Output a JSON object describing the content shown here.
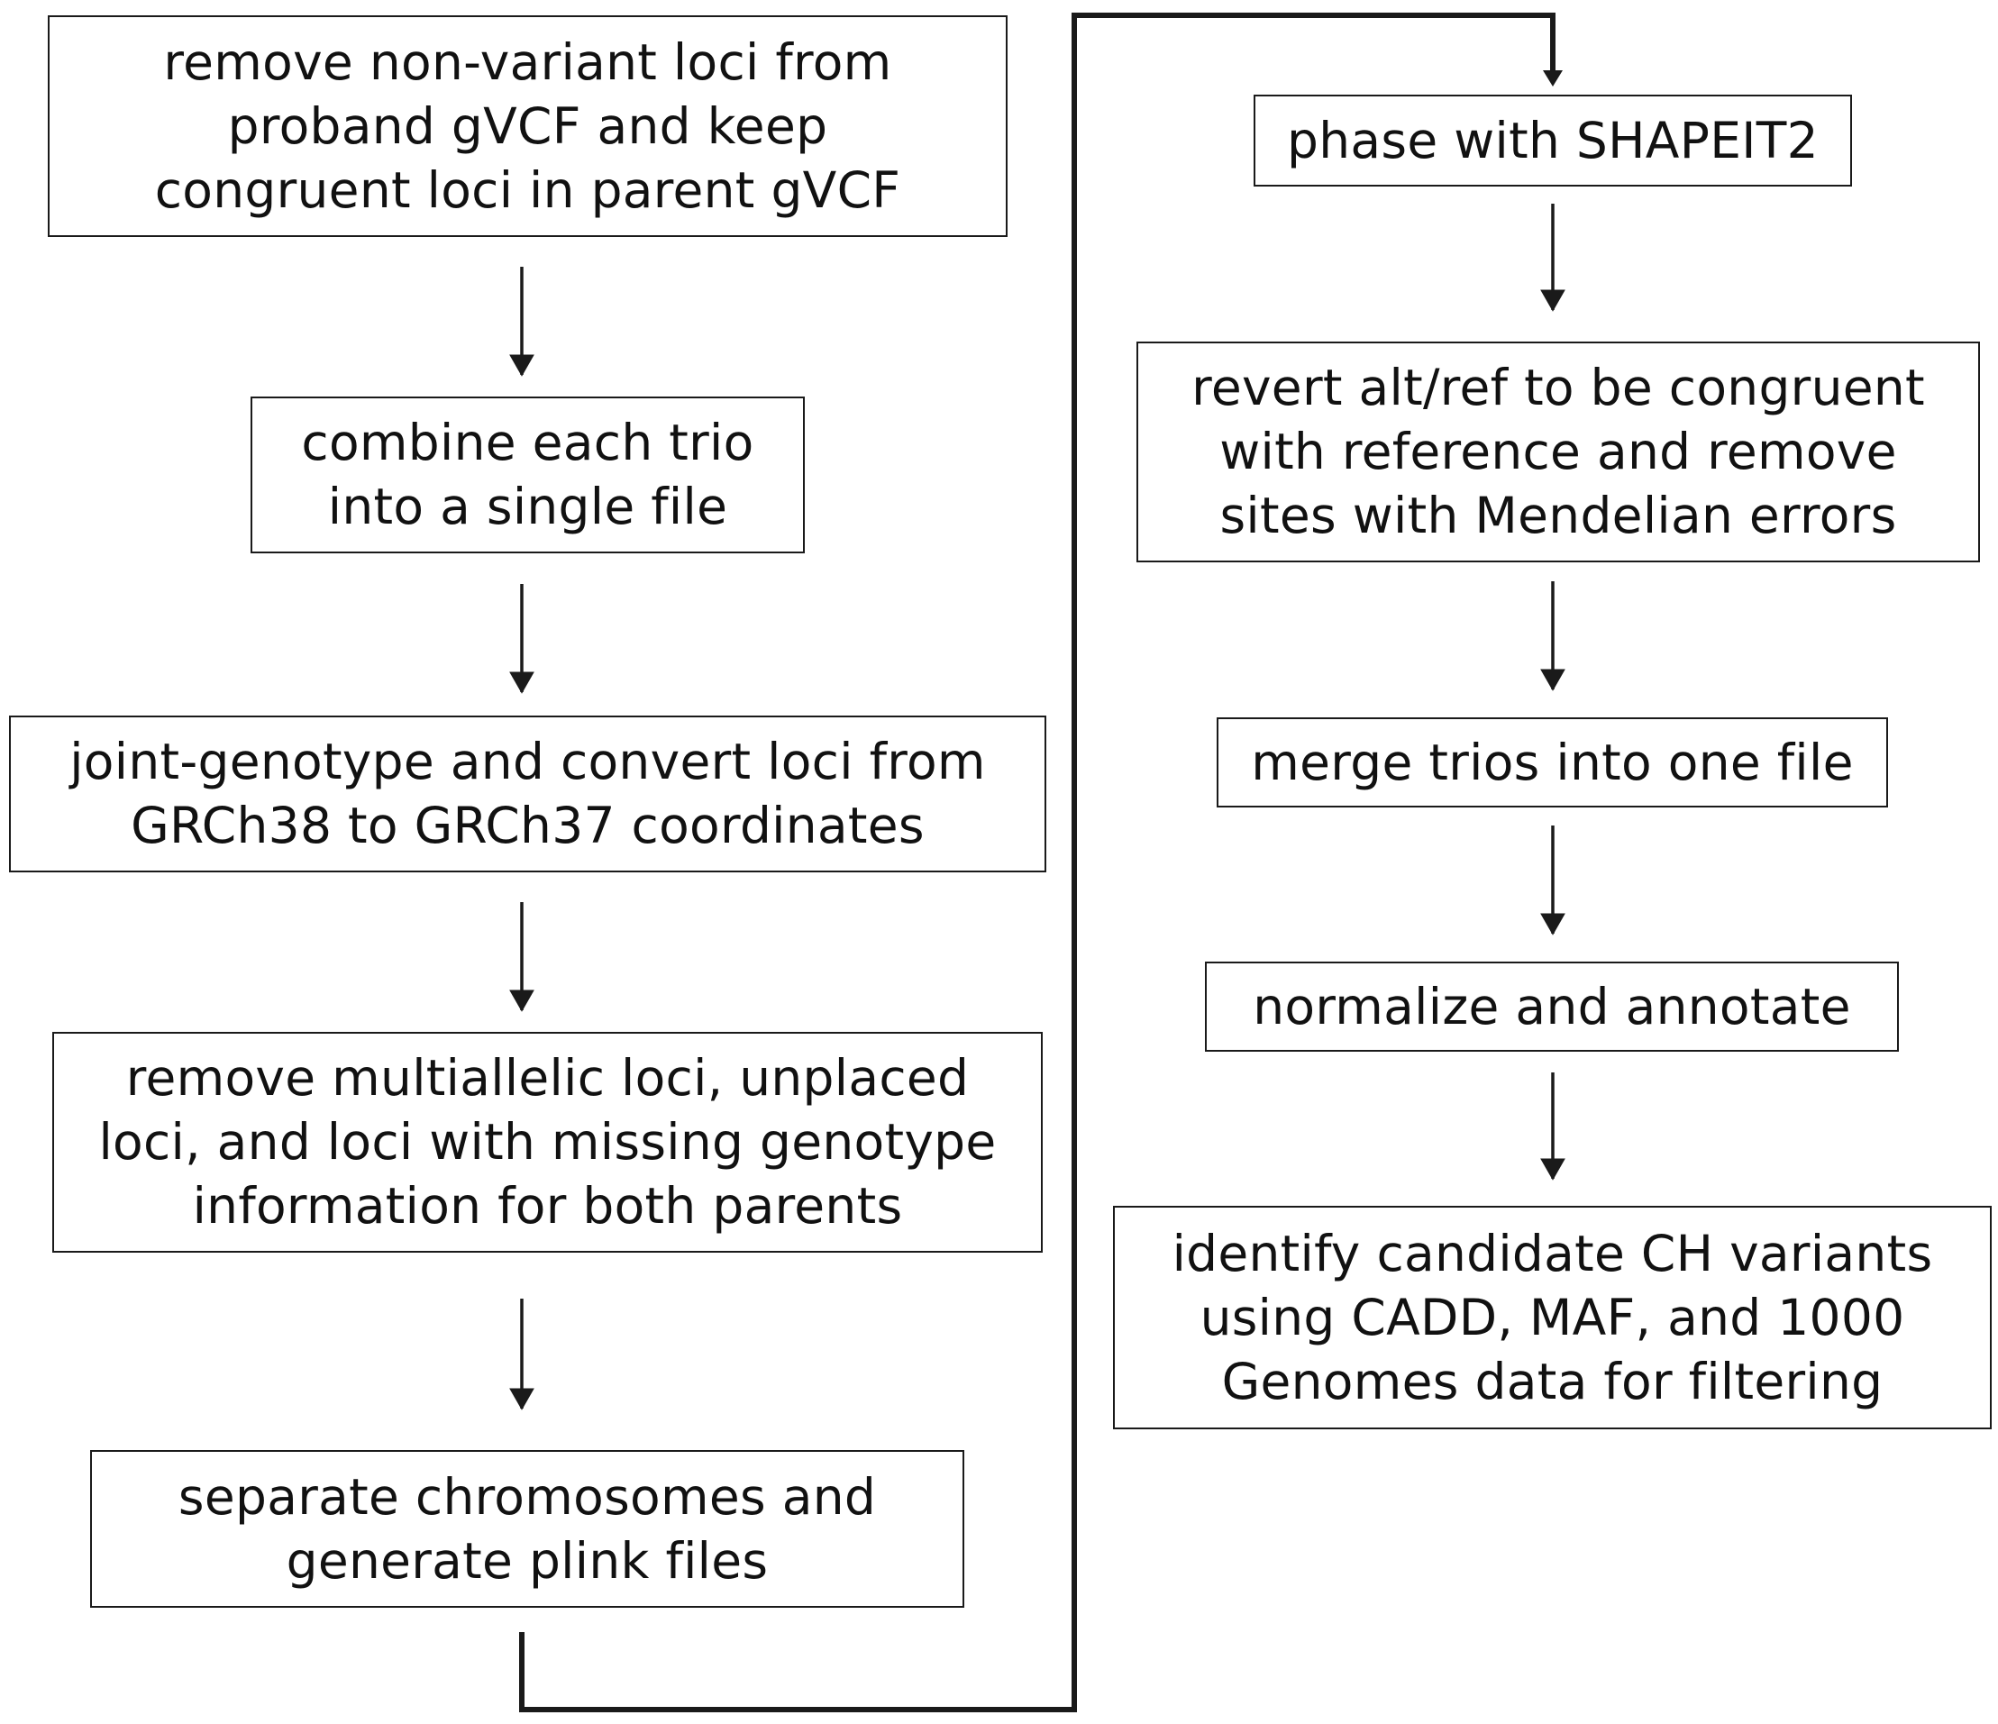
{
  "steps": [
    {
      "id": "remove-nonvariant",
      "text": "remove non-variant loci from\nproband gVCF and keep\ncongruent loci in parent gVCF"
    },
    {
      "id": "combine-trio",
      "text": "combine each trio\ninto a single file"
    },
    {
      "id": "joint-genotype",
      "text": "joint-genotype and convert loci from\nGRCh38 to GRCh37 coordinates"
    },
    {
      "id": "remove-multiallelic",
      "text": "remove multiallelic loci, unplaced\nloci, and loci with missing genotype\ninformation for both parents"
    },
    {
      "id": "separate-chromosomes",
      "text": "separate chromosomes and\ngenerate plink files"
    },
    {
      "id": "phase-shapeit2",
      "text": "phase with SHAPEIT2"
    },
    {
      "id": "revert-alt-ref",
      "text": "revert alt/ref to be congruent\nwith reference and remove\nsites with Mendelian errors"
    },
    {
      "id": "merge-trios",
      "text": "merge trios into one file"
    },
    {
      "id": "normalize-annotate",
      "text": "normalize and annotate"
    },
    {
      "id": "identify-candidates",
      "text": "identify candidate CH variants\nusing CADD, MAF, and 1000\nGenomes data for filtering"
    }
  ]
}
